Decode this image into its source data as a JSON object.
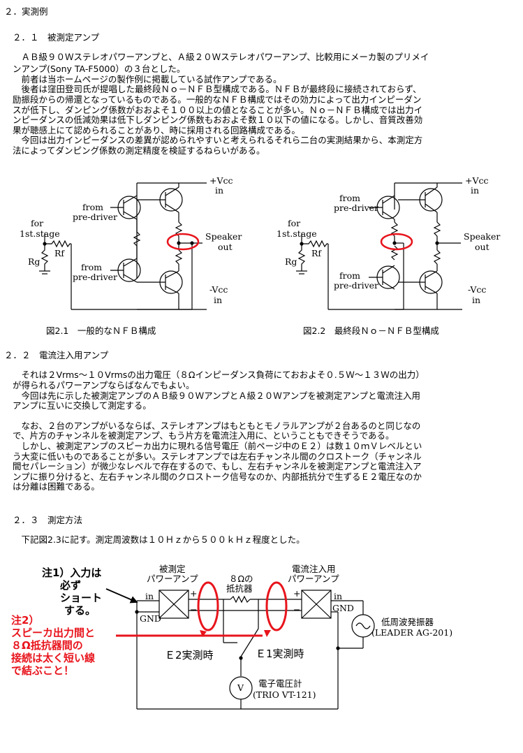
{
  "section2": {
    "heading": "２．実測例"
  },
  "section2_1": {
    "heading": "２．１　被測定アンプ",
    "paragraph": [
      "　ＡＢ級９０Ｗステレオパワーアンプと、Ａ級２０Ｗステレオパワーアンプ、比較用にメーカ製のプリメイ",
      "ンアンプ(Sony TA-F5000）の３台とした。",
      "　前者は当ホームページの製作例に掲載している試作アンプである。",
      "　後者は窪田登司氏が提唱した最終段Ｎｏ－ＮＦＢ型構成である。ＮＦＢが最終段に接続されておらず、",
      "励振段からの帰還となっているものである。一般的なＮＦＢ構成ではその効力によって出力インピーダン",
      "スが低下し、ダンピング係数がおおよそ１００以上の値となることが多い。Ｎｏ－ＮＦＢ構成では出力イ",
      "ンピーダンスの低減効果は低下しダンピング係数もおおよそ数１０以下の値になる。しかし、音質改善効",
      "果が聴感上にて認められることがあり、時に採用される回路構成である。",
      "　今回は出力インピーダンスの差異が認められやすいと考えられるそれら二台の実測結果から、本測定方",
      "法によってダンピング係数の測定精度を検証するねらいがある。"
    ]
  },
  "figure1": {
    "vcc_pos": "+Vcc",
    "vcc_pos_in": "in",
    "vcc_neg": "-Vcc",
    "vcc_neg_in": "in",
    "from_pre_driver": "from",
    "pre_driver": "pre-driver",
    "for_label": "for",
    "stage_label": "1st.stage",
    "rf": "Rf",
    "rg": "Rg",
    "speaker": "Speaker",
    "out": "out",
    "caption": "図2.1　一般的なＮＦＢ構成"
  },
  "figure2": {
    "vcc_pos": "+Vcc",
    "vcc_pos_in": "in",
    "vcc_neg": "-Vcc",
    "vcc_neg_in": "in",
    "from_pre_driver": "from",
    "pre_driver": "pre-driver",
    "for_label": "for",
    "stage_label": "1st.stage",
    "rf": "Rf",
    "rg": "Rg",
    "speaker": "Speaker",
    "out": "out",
    "caption": "図2.2　最終段Ｎｏ－ＮＦＢ型構成"
  },
  "section2_2": {
    "heading": "２．２　電流注入用アンプ",
    "paragraph": [
      "　それは２Vrms～１０Vrmsの出力電圧（８Ωインピーダンス負荷にておおよそ０.５Ｗ～１３Ｗの出力）",
      "が得られるパワーアンプならばなんでもよい。",
      "　今回は先に示した被測定アンプのＡＢ級９０ＷアンプとＡ級２０Ｗアンプを被測定アンプと電流注入用",
      "アンプに互いに交換して測定する。",
      "",
      "　なお、２台のアンプがいるならば、ステレオアンプはもともとモノラルアンプが２台あるのと同じなの",
      "で、片方のチャンネルを被測定アンプ、もう片方を電流注入用に、ということもできそうである。",
      "　しかし、被測定アンプのスピーカ出力に現れる信号電圧（前ページ中のＥ２）は数１０ｍＶレベルとい",
      "う大変に低いものであることが多い。ステレオアンプでは左右チャンネル間のクロストーク（チャンネル",
      "間セパレーション）が微少なレベルで存在するので、もし、左右チャンネルを被測定アンプと電流注入ア",
      "ンプに振り分けると、左右チャンネル間のクロストーク信号なのか、内部抵抗分で生ずるＥ２電圧なのか",
      "は分離は困難である。"
    ]
  },
  "section2_3": {
    "heading": "２．３　測定方法",
    "paragraph": "　下記図2.3に記す。測定周波数は１０Ｈｚから５００ｋＨｚ程度とした。"
  },
  "figure3": {
    "note1": [
      "注1）入力は",
      "必ず",
      "ショート",
      "する。"
    ],
    "note2": [
      "注2）",
      "スピーカ出力間と",
      "８Ω抵抗器間の",
      "接続は太く短い線",
      "で結ぶこと！"
    ],
    "dut_label": [
      "被測定",
      "パワーアンプ"
    ],
    "resistor_label": [
      "８Ωの",
      "抵抗器"
    ],
    "inj_label": [
      "電流注入用",
      "パワーアンプ"
    ],
    "in_left": "in",
    "gnd_left": "GND",
    "in_right": "in",
    "gnd_right": "GND",
    "plus": "+",
    "minus": "−",
    "e2": "Ｅ2実測時",
    "e1": "Ｅ1実測時",
    "meter_symbol": "V",
    "meter_label": [
      "電子電圧計",
      "(TRIO VT-121)"
    ],
    "osc_label": [
      "低周波発振器",
      "(LEADER AG-201)"
    ]
  },
  "colors": {
    "highlight": "#e8141c",
    "ink": "#000000"
  }
}
